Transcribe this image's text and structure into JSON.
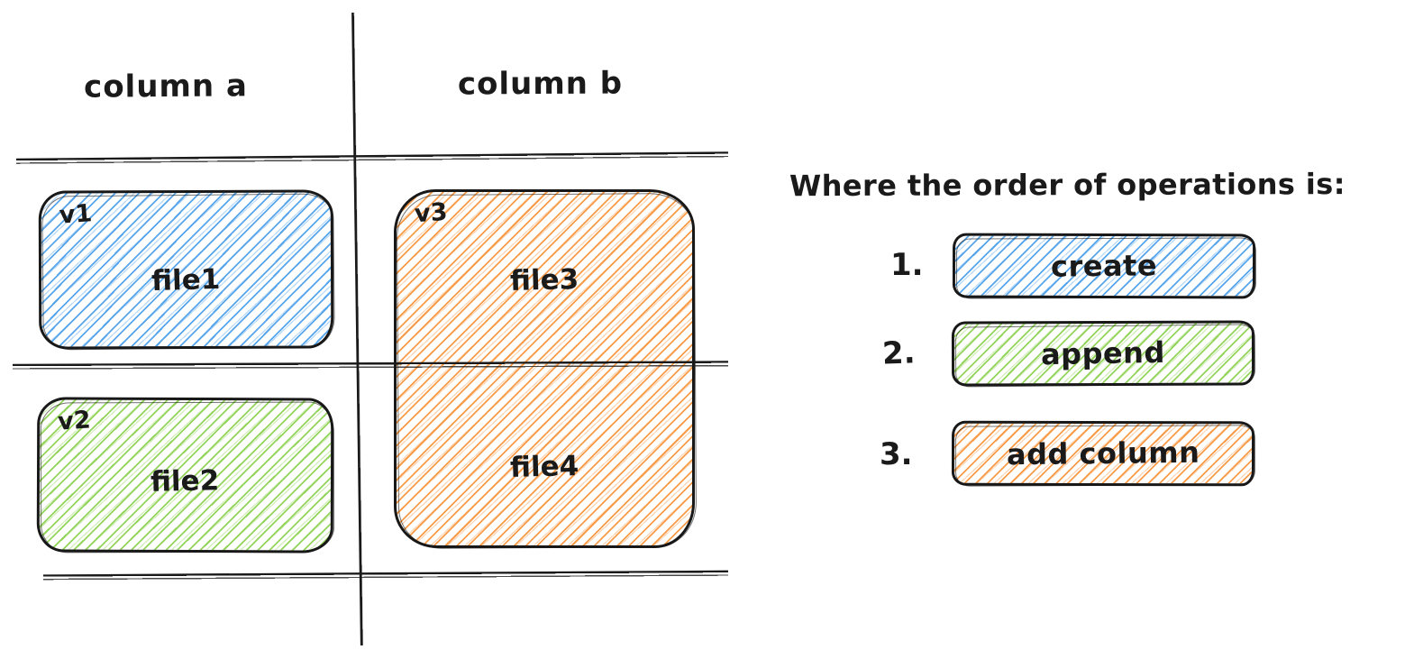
{
  "colors": {
    "blue": "#4a9eea",
    "green": "#8bd14e",
    "orange": "#f7943a",
    "ink": "#1a1a1a",
    "background": "#ffffff"
  },
  "table": {
    "column_headers": [
      "column a",
      "column b"
    ],
    "cells": {
      "v1": {
        "version": "v1",
        "file": "file1",
        "color": "#4a9eea"
      },
      "v2": {
        "version": "v2",
        "file": "file2",
        "color": "#8bd14e"
      },
      "v3": {
        "version": "v3",
        "file_top": "file3",
        "file_bottom": "file4",
        "color": "#f7943a"
      }
    }
  },
  "legend": {
    "title": "Where the order of operations is:",
    "operations": [
      {
        "number": "1.",
        "label": "create",
        "color": "#4a9eea"
      },
      {
        "number": "2.",
        "label": "append",
        "color": "#8bd14e"
      },
      {
        "number": "3.",
        "label": "add column",
        "color": "#f7943a"
      }
    ]
  }
}
